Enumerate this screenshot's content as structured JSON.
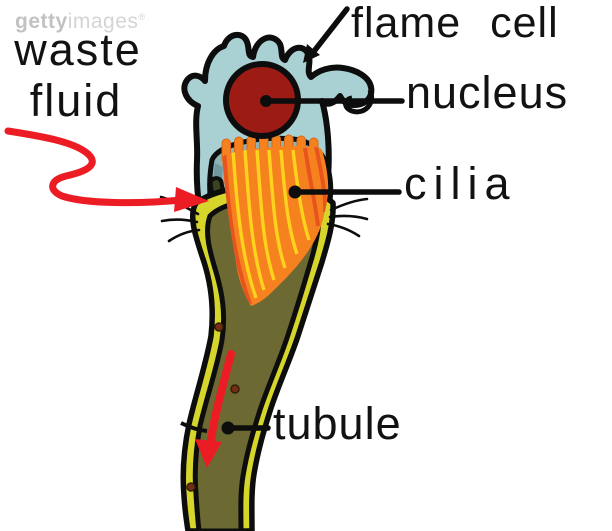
{
  "watermark": {
    "brand_bold": "getty",
    "brand_light": "images",
    "registered": "®"
  },
  "annotations": {
    "waste_fluid_line1": "waste",
    "waste_fluid_line2": "fluid",
    "flame_cell": "flame cell",
    "nucleus": "nucleus",
    "cilia": "cilia",
    "tubule": "tubule"
  },
  "colors": {
    "cell_body": "#a9d0d2",
    "cup_shade": "#8fb3b5",
    "cup_shade_dark": "#6f999e",
    "cup_slate": "#55707a",
    "nucleus_red": "#9d1b15",
    "cilia_orange": "#f5821f",
    "stripe_yellow": "#ffd21e",
    "stripe_hot": "#e8541d",
    "tubule_wall_yellow": "#d6d52b",
    "tubule_interior_olive": "#6c6933",
    "finger_dark_olive": "#39431f",
    "finger_olive_yellow": "#a9a33f",
    "arrow_red": "#ec1c24",
    "outline_black": "#0d0d0d",
    "nucleus_dot_brown": "#7a2c12"
  }
}
